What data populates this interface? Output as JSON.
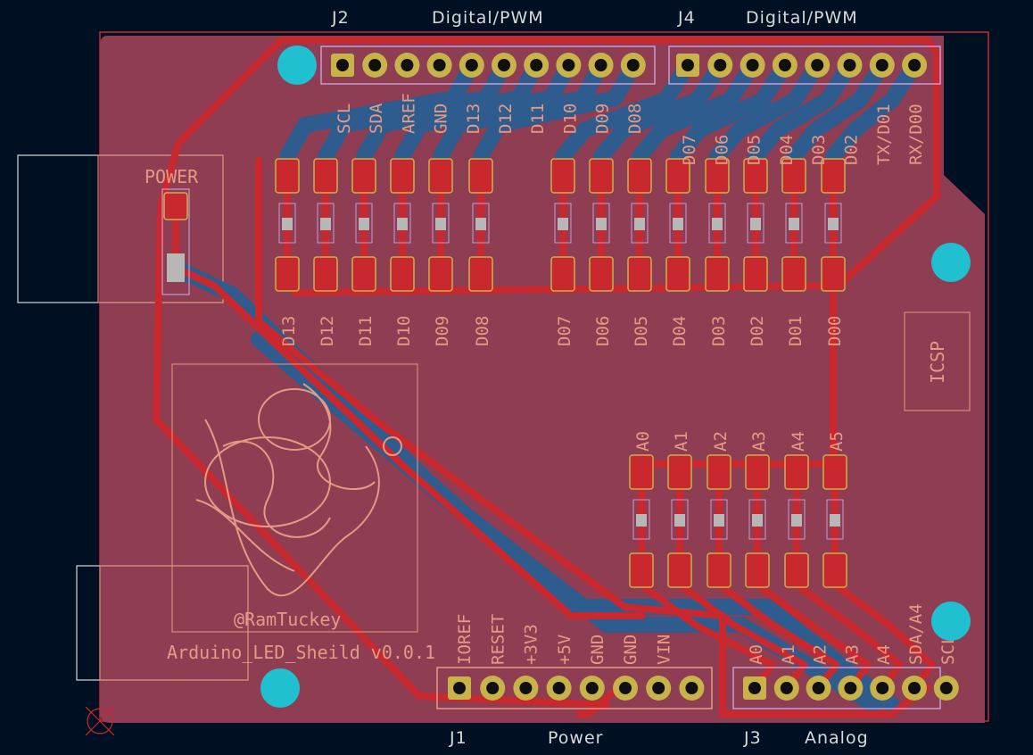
{
  "headers": {
    "j2": {
      "ref": "J2",
      "title": "Digital/PWM"
    },
    "j4": {
      "ref": "J4",
      "title": "Digital/PWM"
    },
    "j1": {
      "ref": "J1",
      "title": "Power"
    },
    "j3": {
      "ref": "J3",
      "title": "Analog"
    }
  },
  "j2_pins": [
    "SCL",
    "SDA",
    "AREF",
    "GND",
    "D13",
    "D12",
    "D11",
    "D10",
    "D09",
    "D08"
  ],
  "j4_pins": [
    "D07",
    "D06",
    "D05",
    "D04",
    "D03",
    "D02",
    "TX/D01",
    "RX/D00"
  ],
  "j1_pins": [
    "IOREF",
    "RESET",
    "+3V3",
    "+5V",
    "GND",
    "GND",
    "VIN"
  ],
  "j3_pins": [
    "A0",
    "A1",
    "A2",
    "A3",
    "A4",
    "SDA/A4",
    "SCL/A5"
  ],
  "led_labels_left": [
    "D13",
    "D12",
    "D11",
    "D10",
    "D09",
    "D08"
  ],
  "led_labels_right": [
    "D07",
    "D06",
    "D05",
    "D04",
    "D03",
    "D02",
    "D01",
    "D00"
  ],
  "analog_led_labels": [
    "A0",
    "A1",
    "A2",
    "A3",
    "A4",
    "A5"
  ],
  "power_label": "POWER",
  "icsp_label": "ICSP",
  "author": "@RamTuckey",
  "board_title": "Arduino_LED_Sheild v0.0.1",
  "colors": {
    "background": "#001023",
    "board": "#8e3d52",
    "front_copper": "#c8282e",
    "back_copper": "#2f5c8f",
    "silkscreen": "#e59a84",
    "pad": "#c8b24a",
    "via": "#20c0d0"
  }
}
